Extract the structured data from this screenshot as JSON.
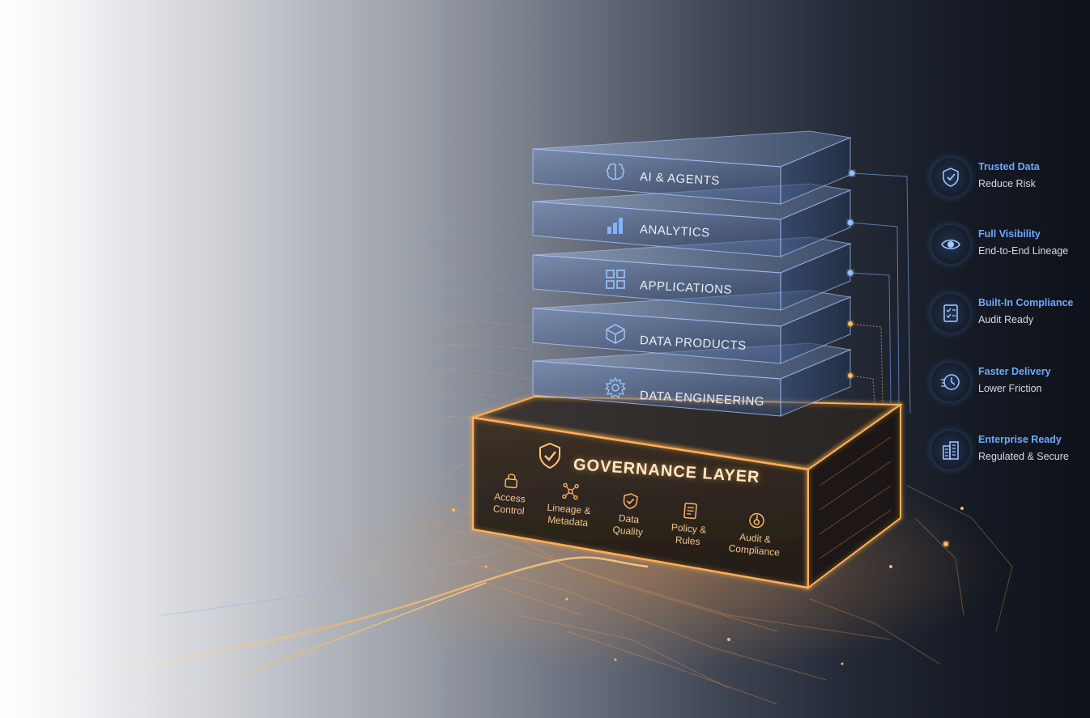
{
  "stack_layers": [
    {
      "label": "AI & AGENTS",
      "icon": "brain-icon"
    },
    {
      "label": "ANALYTICS",
      "icon": "bar-chart-icon"
    },
    {
      "label": "APPLICATIONS",
      "icon": "grid-icon"
    },
    {
      "label": "DATA PRODUCTS",
      "icon": "cube-icon"
    },
    {
      "label": "DATA ENGINEERING",
      "icon": "gear-icon"
    }
  ],
  "governance": {
    "title": "GOVERNANCE LAYER",
    "icon": "shield-check-icon",
    "items": [
      {
        "line1": "Access",
        "line2": "Control",
        "icon": "lock-icon"
      },
      {
        "line1": "Lineage &",
        "line2": "Metadata",
        "icon": "network-icon"
      },
      {
        "line1": "Data",
        "line2": "Quality",
        "icon": "badge-check-icon"
      },
      {
        "line1": "Policy &",
        "line2": "Rules",
        "icon": "document-icon"
      },
      {
        "line1": "Audit &",
        "line2": "Compliance",
        "icon": "audit-icon"
      }
    ]
  },
  "benefits": [
    {
      "title": "Trusted Data",
      "subtitle": "Reduce Risk",
      "icon": "shield-check-icon"
    },
    {
      "title": "Full Visibility",
      "subtitle": "End-to-End Lineage",
      "icon": "eye-icon"
    },
    {
      "title": "Built-In Compliance",
      "subtitle": "Audit Ready",
      "icon": "checklist-icon"
    },
    {
      "title": "Faster Delivery",
      "subtitle": "Lower Friction",
      "icon": "clock-icon"
    },
    {
      "title": "Enterprise Ready",
      "subtitle": "Regulated & Secure",
      "icon": "building-icon"
    }
  ],
  "colors": {
    "accent_blue": "#6fa8ff",
    "accent_orange": "#ffa544",
    "background_dark": "#0d1119"
  }
}
